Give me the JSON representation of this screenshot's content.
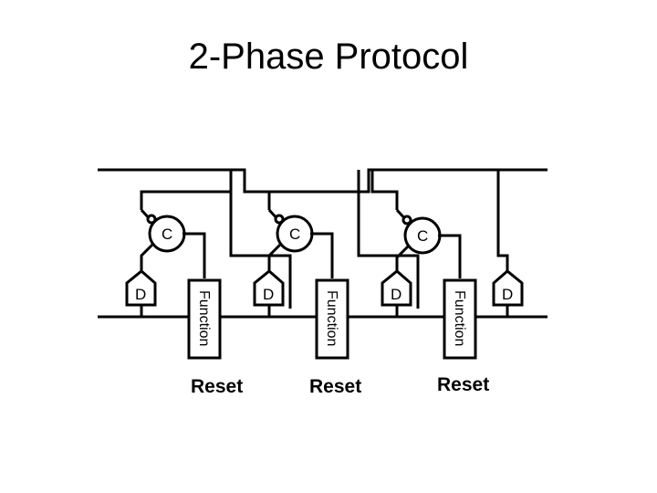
{
  "title": "2-Phase Protocol",
  "c_label": "C",
  "d_label": "D",
  "function_label": "Function",
  "reset_label": "Reset"
}
